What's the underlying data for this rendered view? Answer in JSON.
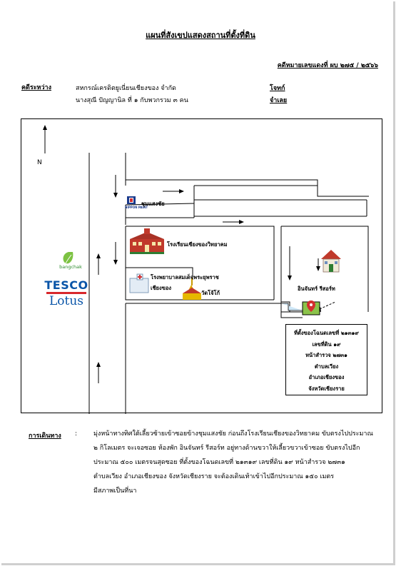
{
  "header": {
    "title": "แผนที่สังเขปแสดงสถานที่ตั้งที่ดิน",
    "case_no": "คดีหมายเลขแดงที่  ผบ ๒๗๕ / ๒๕๖๖"
  },
  "parties": {
    "label": "คดีระหว่าง",
    "plaintiff": "สหกรณ์เครดิตยูเนี่ยนเชียงของ จำกัด",
    "defendant": "นางสุณี  ปัญญานิล  ที่  ๑  กับพวกรวม  ๓  คน",
    "plaintiff_role": "โจทก์",
    "defendant_role": "จำเลย"
  },
  "map": {
    "north": "N",
    "nippon_logo": "NIPPON PAINT",
    "nippon_store": "ชุมแสงชัย",
    "school": "โรงเรียนเชียงของวิทยาคม",
    "hospital_line1": "โรงพยาบาลสมเด็จพระยุพราช",
    "hospital_line2": "เชียงของ",
    "temple": "วัดโจ้โก้",
    "hotel": "อินจันทร์  รีสอร์ท",
    "bangchak": "bangchak",
    "tesco_top": "TESCO",
    "tesco_bottom": "Lotus",
    "land_box": {
      "line1": "ที่ตั้งของโฉนดเลขที่  ๒๑๓๑๙",
      "line2": "เลขที่ดิน  ๑๙",
      "line3": "หน้าสำรวจ  ๒๗๓๑",
      "line4": "ตำบลเวียง",
      "line5": "อำเภอเชียงของ",
      "line6": "จังหวัดเชียงราย"
    }
  },
  "route": {
    "label": "การเดินทาง",
    "colon": ":",
    "line1": "มุ่งหน้าทางทิศใต้เลี้ยวซ้ายเข้าซอยข้างชุมแสงชัย ก่อนถึงโรงเรียนเชียงของวิทยาคม  ขับตรงไปประมาณ",
    "line2": "๒ กิโลเมตร จะเจอซอย ห้องพัก อินจันทร์ รีสอร์ท อยู่ทางด้านขวาให้เลี้ยวขวาเข้าซอย ขับตรงไปอีก",
    "line3": "ประมาณ ๕๐๐ เมตรจนสุดซอย ที่ตั้งของโฉนดเลขที่ ๒๑๓๑๙  เลขที่ดิน ๑๙ หน้าสำรวจ ๒๗๓๑",
    "line4": "ตำบลเวียง  อำเภอเชียงของ  จังหวัดเชียงราย  จะต้องเดินเท้าเข้าไปอีกประมาณ ๑๕๐ เมตร",
    "line5": "มีสภาพเป็นที่นา"
  }
}
